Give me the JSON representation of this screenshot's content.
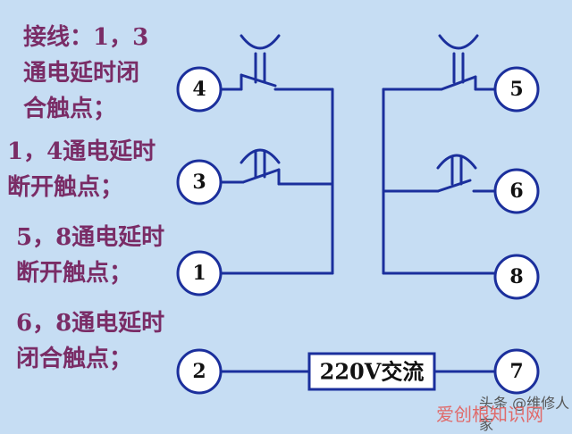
{
  "notes": [
    {
      "line1": "接线：1，3",
      "line2": "通电延时闭",
      "line3": "合触点；"
    },
    {
      "line1": "1，4通电延时",
      "line2": "断开触点；"
    },
    {
      "line1": "5，8通电延时",
      "line2": "断开触点；"
    },
    {
      "line1": "6，8通电延时",
      "line2": "闭合触点；"
    }
  ],
  "terminals": {
    "t1": "1",
    "t2": "2",
    "t3": "3",
    "t4": "4",
    "t5": "5",
    "t6": "6",
    "t7": "7",
    "t8": "8"
  },
  "ac_source": {
    "label": "220V交流"
  },
  "watermark": {
    "line1": "头条 @维修人家",
    "line2": "爱创根知识网"
  },
  "colors": {
    "background": "#c6ddf3",
    "wire": "#1b2f9c",
    "note_text": "#7a2c66"
  }
}
